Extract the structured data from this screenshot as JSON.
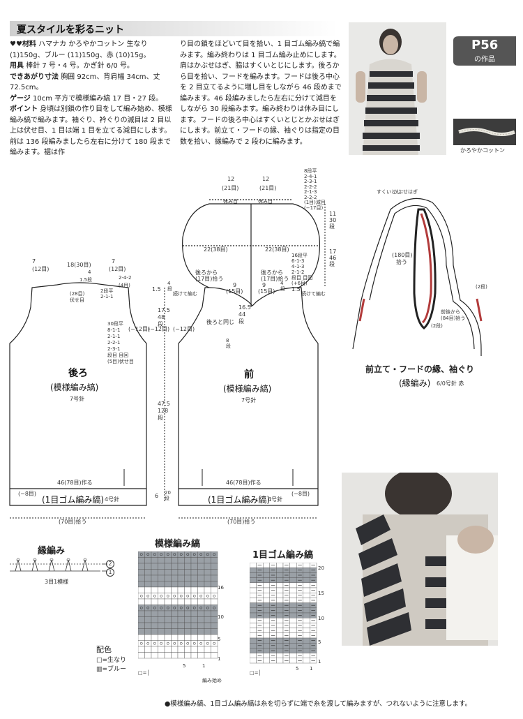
{
  "title": "夏スタイルを彩るニット",
  "materials": {
    "label": "♥♥材料",
    "text": "ハマナカ かろやかコットン 生なり (1)150g、ブルー (11)150g、赤 (10)15g。"
  },
  "tools": {
    "label": "用具",
    "text": "棒針 7 号・4 号。かぎ針 6/0 号。"
  },
  "size": {
    "label": "できあがり寸法",
    "text": "胸囲 92cm、背肩幅 34cm、丈 72.5cm。"
  },
  "gauge": {
    "label": "ゲージ",
    "text": "10cm 平方で模様編み縞 17 目・27 段。"
  },
  "point": {
    "label": "ポイント",
    "text": "身頃は別鎖の作り目をして編み始め、模様編み縞で編みます。袖ぐり、衿ぐりの減目は 2 目以上は伏せ目、1 目は端 1 目を立てる減目にします。前は 136 段編みましたら左右に分けて 180 段まで編みます。裾は作"
  },
  "continued_text": "り目の鎖をほどいて目を拾い、1 目ゴム編み縞で編みます。編み終わりは 1 目ゴム編み止めにします。肩はかぶせはぎ、脇はすくいとじにします。後ろから目を拾い、フードを編みます。フードは後ろ中心を 2 目立てるように増し目をしながら 46 段めまで編みます。46 段編みましたら左右に分けて減目をしながら 30 段編みます。編み終わりは休み目にします。フードの後ろ中心はすくいとじとかぶせはぎにします。前立て・フードの縁、袖ぐりは指定の目数を拾い、縁編みで 2 段わに編みます。",
  "photo_top": {
    "page_badge": "P56",
    "badge_sub": "の作品",
    "yarn_label": "かろやかコットン"
  },
  "back": {
    "name": "後ろ",
    "pattern": "(模様編み縞)",
    "needle": "7号針",
    "dims_top": [
      "7",
      "(12目)",
      "18(30目)",
      "7",
      "(12目)"
    ],
    "neck": [
      "4",
      "1.5段",
      "(28目)",
      "伏せ目",
      "2段平",
      "2-1-1",
      "2-4-2",
      "(4目)"
    ],
    "armhole_dec": [
      "30段平",
      "8-1-1",
      "2-1-1",
      "2-2-1",
      "2-3-1",
      "段目 目回",
      "(5目)伏せ目"
    ],
    "side_left": "(−12目)",
    "cast_on": "46(78目)作る",
    "rib": "(1目ゴム編み縞)",
    "rib_needle": "4号針",
    "rib_dec": "(−8目)",
    "pick_up": "(70目)拾う"
  },
  "front": {
    "name": "前",
    "pattern": "(模様編み縞)",
    "needle": "7号針",
    "cast_on": "46(78目)作る",
    "rib": "(1目ゴム編み縞)",
    "rib_needle": "4号針",
    "rib_dec": "(−8目)",
    "pick_up": "(70目)拾う",
    "same_as_back": "後ろと同じ",
    "side_left": "(−12目)",
    "side_right": "(−12目)"
  },
  "hood": {
    "top_w": [
      "12",
      "(21目)",
      "12",
      "(21目)"
    ],
    "rest": [
      "休み目",
      "休み目"
    ],
    "w": [
      "22(38目)",
      "22(38目)"
    ],
    "pick_left": [
      "後ろから",
      "(17目)拾う"
    ],
    "pick_right": [
      "後ろから",
      "(17目)拾う"
    ],
    "dec_right": [
      "8段平",
      "2-4-1",
      "2-3-1",
      "2-2-2",
      "2-1-3",
      "2-2-2",
      "(1目)減目",
      "(−17目)"
    ],
    "inc_right": [
      "16段平",
      "6-1-3",
      "4-1-3",
      "2-1-2",
      "段目 目回",
      "(+6目)"
    ],
    "side_right": [
      "11",
      "30",
      "段"
    ],
    "side_right2": [
      "17",
      "46",
      "段"
    ]
  },
  "body_dims": {
    "left_col": [
      "1.5",
      "4",
      "段",
      "続けて編む"
    ],
    "mid_col": [
      "9",
      "(15目)"
    ],
    "mid_col2": [
      "9",
      "(15目)"
    ],
    "right_col": [
      "1.5",
      "4",
      "段",
      "続けて編む"
    ],
    "armhole": [
      "17.5",
      "48",
      "段"
    ],
    "front_split": [
      "16.5",
      "44",
      "段"
    ],
    "front_split2": [
      "8",
      "段"
    ],
    "body": [
      "47.5",
      "128",
      "段"
    ],
    "rib_h": [
      "6",
      "20",
      "段"
    ]
  },
  "edging": {
    "title": "前立て・フードの縁、袖ぐり",
    "sub": "(縁編み)",
    "hook": "6/0号針 赤",
    "labels": [
      "すくいとじ",
      "かぶせはぎ",
      "(180目)",
      "拾う",
      "前後から",
      "(84目)拾う",
      "(2段)",
      "(2段)"
    ]
  },
  "stitch_edge": {
    "title": "縁編み",
    "repeat": "3目1模様",
    "rows": [
      "2",
      "1"
    ]
  },
  "stitch_pattern": {
    "title": "模様編み縞",
    "start": "編み始め",
    "row_nums": [
      "16",
      "10",
      "5",
      "1"
    ],
    "col_nums": [
      "5",
      "1"
    ]
  },
  "stitch_rib": {
    "title": "1目ゴム編み縞",
    "row_nums": [
      "20",
      "15",
      "10",
      "5",
      "1"
    ],
    "col_nums": [
      "5",
      "1"
    ]
  },
  "legend": {
    "title": "配色",
    "items": [
      "□=生なり",
      "▥=ブルー"
    ],
    "key_left": "□=│",
    "key_right": "□=│"
  },
  "footer": "●模様編み縞、1目ゴム編み縞は糸を切らずに端で糸を渡して編みますが、つれないように注意します。",
  "colors": {
    "stripe_blue": "#9aa0a6",
    "stripe_dark": "#2e2f33",
    "accent_red": "#b23b3b"
  }
}
